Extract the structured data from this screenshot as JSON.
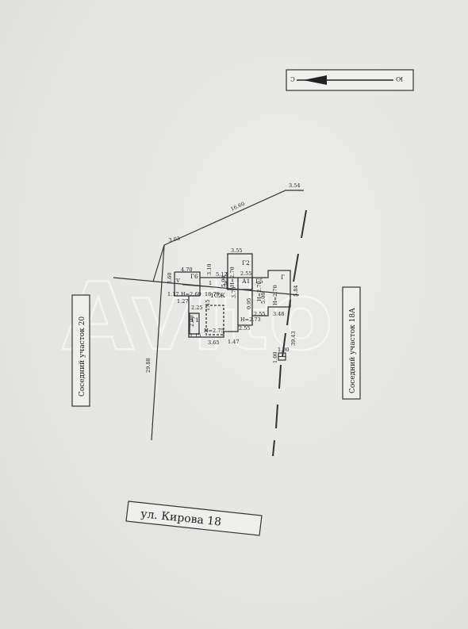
{
  "compass": {
    "north": "С",
    "south": "Ю"
  },
  "street_label": "ул. Кирова 18",
  "neighbor_left": "Соседний участок 20",
  "neighbor_right": "Соседний участок 18А",
  "watermark": "Avito",
  "dimensions": {
    "top_right": "3.54",
    "top_diag": "16.60",
    "top_left": "3.03",
    "left_side": "29.88",
    "right_side": "39.43",
    "bottom": "18.79",
    "g6_w": "4.70",
    "g6_h": "3.60",
    "b5_12": "5.12",
    "b2_55a": "2.55",
    "b3_10": "3.10",
    "b1_17": "1.17",
    "b1_27": "1.27",
    "b2_25": "2.25",
    "b2_90": "2.90",
    "b1_15": "1.15",
    "b1_15b": "1.15",
    "b3_65": "3.65",
    "b1_47": "1.47",
    "b2_55b": "2.55",
    "b3_70": "3.70",
    "b0_95": "0.95",
    "b2_55c": "2.55",
    "b3_48": "3.48",
    "b5_84": "5.84",
    "b5_00": "5.00",
    "w1_00a": "1.00",
    "w1_00b": "1.00",
    "g2_w": "3.55",
    "g2_h": "5.00",
    "gate_v": "V",
    "gate_1": "1"
  },
  "rooms": {
    "g6": "Г6",
    "a": "А",
    "main": "1СЖ",
    "a1": "А1",
    "g5": "Г5",
    "g": "Г",
    "g1": "Г1",
    "g2": "Г2"
  },
  "heights": {
    "g6": "Н=2.60",
    "g1": "Н=2.75",
    "mid": "Н=2.73",
    "g5": "Н=2.70",
    "g": "Н=2.70",
    "g2": "Н=2.70"
  }
}
